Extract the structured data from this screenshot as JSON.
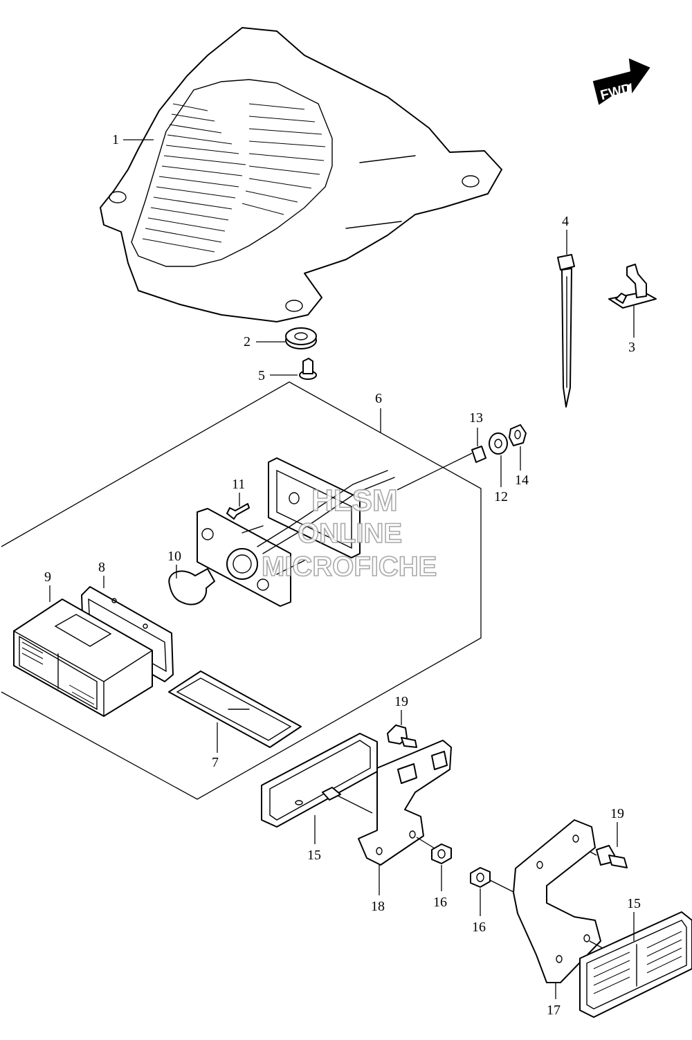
{
  "fwd_label": "FWD",
  "watermark": {
    "line1": "HLSM",
    "line2": "ONLINE",
    "line3": "MICROFICHE"
  },
  "callouts": {
    "c1": "1",
    "c2": "2",
    "c3": "3",
    "c4": "4",
    "c5": "5",
    "c6": "6",
    "c7": "7",
    "c8": "8",
    "c9": "9",
    "c10": "10",
    "c11": "11",
    "c12": "12",
    "c13": "13",
    "c14": "14",
    "c15a": "15",
    "c15b": "15",
    "c16a": "16",
    "c16b": "16",
    "c17": "17",
    "c18": "18",
    "c19a": "19",
    "c19b": "19"
  }
}
